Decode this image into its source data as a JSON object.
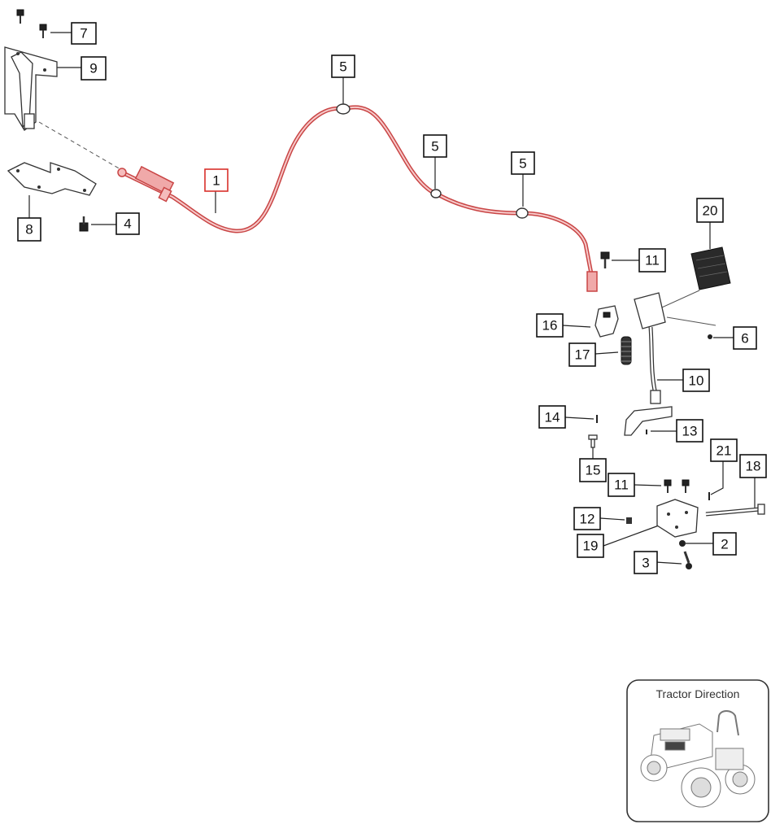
{
  "callouts": [
    {
      "id": "1",
      "label": "1",
      "highlight": true
    },
    {
      "id": "2",
      "label": "2"
    },
    {
      "id": "3",
      "label": "3"
    },
    {
      "id": "4",
      "label": "4"
    },
    {
      "id": "5a",
      "label": "5"
    },
    {
      "id": "5b",
      "label": "5"
    },
    {
      "id": "5c",
      "label": "5"
    },
    {
      "id": "6",
      "label": "6"
    },
    {
      "id": "7",
      "label": "7"
    },
    {
      "id": "8",
      "label": "8"
    },
    {
      "id": "9",
      "label": "9"
    },
    {
      "id": "10",
      "label": "10"
    },
    {
      "id": "11a",
      "label": "11"
    },
    {
      "id": "11b",
      "label": "11"
    },
    {
      "id": "12",
      "label": "12"
    },
    {
      "id": "13",
      "label": "13"
    },
    {
      "id": "14",
      "label": "14"
    },
    {
      "id": "15",
      "label": "15"
    },
    {
      "id": "16",
      "label": "16"
    },
    {
      "id": "17",
      "label": "17"
    },
    {
      "id": "18",
      "label": "18"
    },
    {
      "id": "19",
      "label": "19"
    },
    {
      "id": "20",
      "label": "20"
    },
    {
      "id": "21",
      "label": "21"
    }
  ],
  "inset": {
    "title": "Tractor Direction"
  },
  "colors": {
    "highlight": "#d9302b",
    "cable": "#c94545",
    "line": "#222222"
  }
}
